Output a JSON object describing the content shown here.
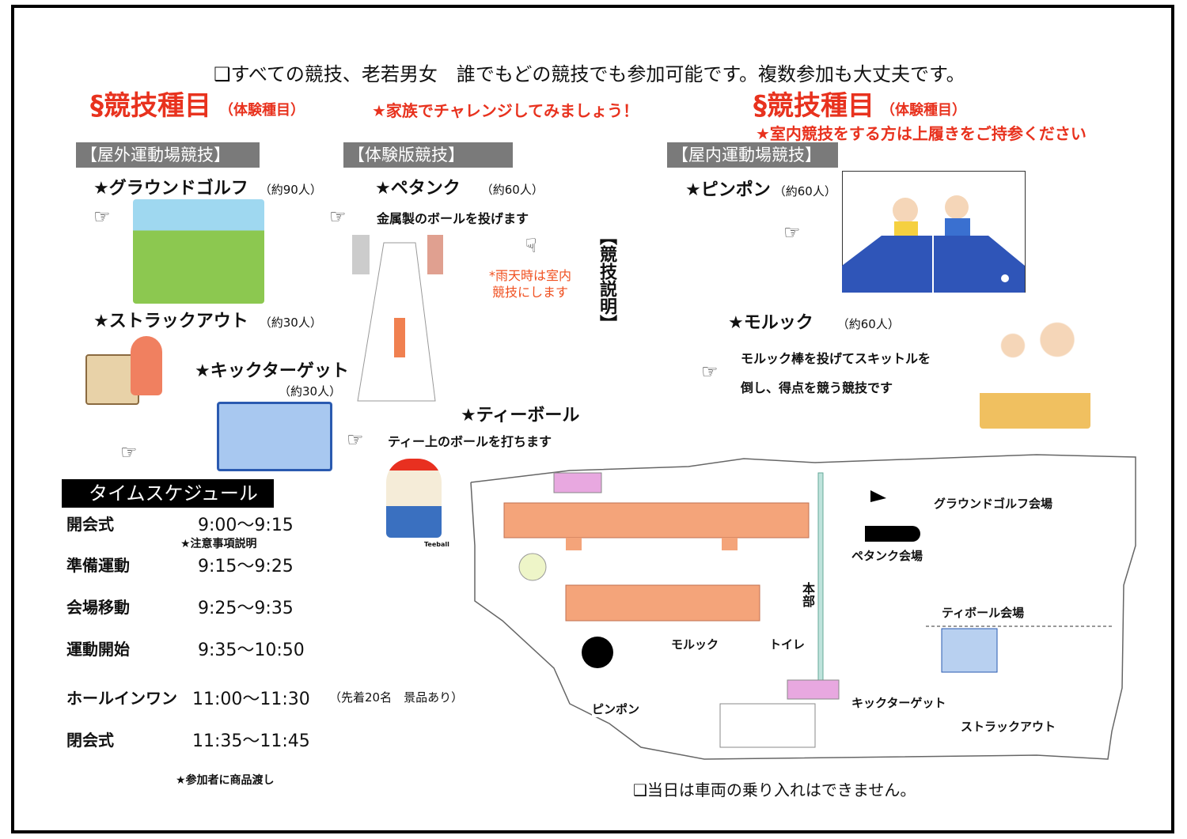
{
  "notice_top": "❑すべての競技、老若男女　誰でもどの競技でも参加可能です。複数参加も大丈夫です。",
  "left_heading": {
    "title": "§競技種目",
    "sub": "（体験種目）"
  },
  "family_note": "★家族でチャレンジしてみましょう！",
  "right_heading": {
    "title": "§競技種目",
    "sub": "（体験種目）",
    "note": "★室内競技をする方は上履きをご持参ください"
  },
  "sections": {
    "outdoor": "【屋外運動場競技】",
    "trial": "【体験版競技】",
    "indoor": "【屋内運動場競技】"
  },
  "events": {
    "ground_golf": {
      "name": "★グラウンドゴルフ",
      "count": "（約90人）"
    },
    "struck_out": {
      "name": "★ストラックアウト",
      "count": "（約30人）"
    },
    "kick_target": {
      "name": "★キックターゲット",
      "count": "（約30人）"
    },
    "petanque": {
      "name": "★ペタンク",
      "count": "（約60人）",
      "desc": "金属製のボールを投げます"
    },
    "teeball": {
      "name": "★ティーボール",
      "desc": "ティー上のボールを打ちます"
    },
    "pingpong": {
      "name": "★ピンポン",
      "count": "（約60人）"
    },
    "molkky": {
      "name": "★モルック",
      "count": "（約60人）",
      "desc1": "モルック棒を投げてスキットルを",
      "desc2": "倒し、得点を競う競技です"
    }
  },
  "rain_note": [
    "*雨天時は室内",
    "競技にします"
  ],
  "explain_label": "【競技説明】",
  "teeball_caption": "Teeball",
  "schedule": {
    "title": "タイムスケジュール",
    "rows": [
      {
        "label": "開会式",
        "time": "9:00〜9:15"
      },
      {
        "label": "準備運動",
        "time": "9:15〜9:25"
      },
      {
        "label": "会場移動",
        "time": "9:25〜9:35"
      },
      {
        "label": "運動開始",
        "time": "9:35〜10:50"
      },
      {
        "label": "ホールインワン",
        "time": "11:00〜11:30",
        "note": "（先着20名　景品あり）"
      },
      {
        "label": "閉会式",
        "time": "11:35〜11:45"
      }
    ],
    "caution": "★注意事項説明",
    "footer": "★参加者に商品渡し"
  },
  "map": {
    "labels": {
      "ground_golf": "グラウンドゴルフ会場",
      "petanque": "ペタンク会場",
      "teeball": "ティボール会場",
      "honbu": "本部",
      "molkky": "モルック",
      "toilet": "トイレ",
      "pingpong": "ピンポン",
      "kick_target": "キックターゲット",
      "struck_out": "ストラックアウト"
    },
    "colors": {
      "building": "#f4a47a",
      "pink": "#e8a8e0",
      "table": "#2f55b8"
    }
  },
  "notice_bottom": "❑当日は車両の乗り入れはできません。"
}
